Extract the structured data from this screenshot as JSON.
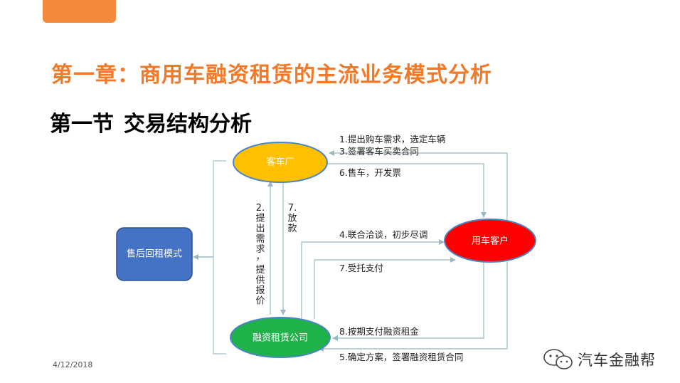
{
  "title": "第一章：商用车融资租赁的主流业务模式分析",
  "subtitle": {
    "section": "第一节",
    "topic": "交易结构分析"
  },
  "diagram": {
    "nodes": {
      "model": "售后回租模式",
      "dealer": "客车厂",
      "customer": "用车客户",
      "lessor": "融资租赁公司"
    },
    "edges": {
      "e1": "1.提出购车需求，选定车辆",
      "e3": "3.签署客车买卖合同",
      "e6": "6.售车，开发票",
      "e4": "4.联合洽谈，初步尽调",
      "e7": "7.受托支付",
      "e8": "8.按期支付融资租金",
      "e5": "5.确定方案，签署融资租赁合同"
    },
    "vertical": {
      "v2": [
        "2.",
        "提",
        "出",
        "需",
        "求",
        "，",
        "提",
        "供",
        "报",
        "价"
      ],
      "v7": [
        "7.",
        "放",
        "款"
      ]
    }
  },
  "footer": {
    "date": "4/12/2018",
    "brand": "汽车金融帮"
  },
  "colors": {
    "title": "#f07a2a",
    "dealer": "#ffc000",
    "customer": "#ff0000",
    "lessor": "#1fb14a",
    "model": "#4472c4",
    "arrow": "#a9c4cc"
  }
}
